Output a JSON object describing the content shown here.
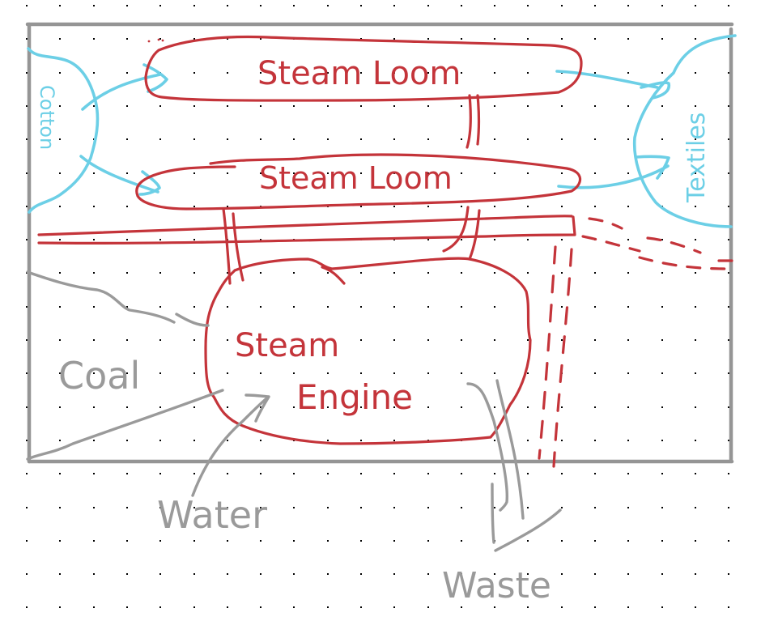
{
  "diagram": {
    "type": "hand-drawn process sketch",
    "colors": {
      "machines": "#c4343a",
      "materials": "#6ccfe6",
      "resources": "#9a9a9a",
      "frame": "#959595",
      "grid_dot": "#000000"
    },
    "nodes": {
      "loom_top": {
        "label": "Steam Loom"
      },
      "loom_bottom": {
        "label": "Steam Loom"
      },
      "engine": {
        "label_line1": "Steam",
        "label_line2": "Engine"
      },
      "cotton": {
        "label": "Cotton"
      },
      "textiles": {
        "label": "Textiles"
      },
      "coal": {
        "label": "Coal"
      },
      "water": {
        "label": "Water"
      },
      "waste": {
        "label": "Waste"
      }
    },
    "edges": [
      {
        "from": "Cotton",
        "to": "Steam Loom (top)",
        "kind": "material"
      },
      {
        "from": "Cotton",
        "to": "Steam Loom (bottom)",
        "kind": "material"
      },
      {
        "from": "Steam Loom (top)",
        "to": "Textiles",
        "kind": "material"
      },
      {
        "from": "Steam Loom (bottom)",
        "to": "Textiles",
        "kind": "material"
      },
      {
        "from": "Steam Loom (top)",
        "to": "Steam Loom (bottom)",
        "kind": "power shaft"
      },
      {
        "from": "Steam Engine",
        "to": "Drive shaft",
        "kind": "power shaft"
      },
      {
        "from": "Coal",
        "to": "Steam Engine",
        "kind": "resource"
      },
      {
        "from": "Water",
        "to": "Steam Engine",
        "kind": "resource"
      },
      {
        "from": "Steam Engine",
        "to": "Waste",
        "kind": "resource"
      }
    ]
  }
}
